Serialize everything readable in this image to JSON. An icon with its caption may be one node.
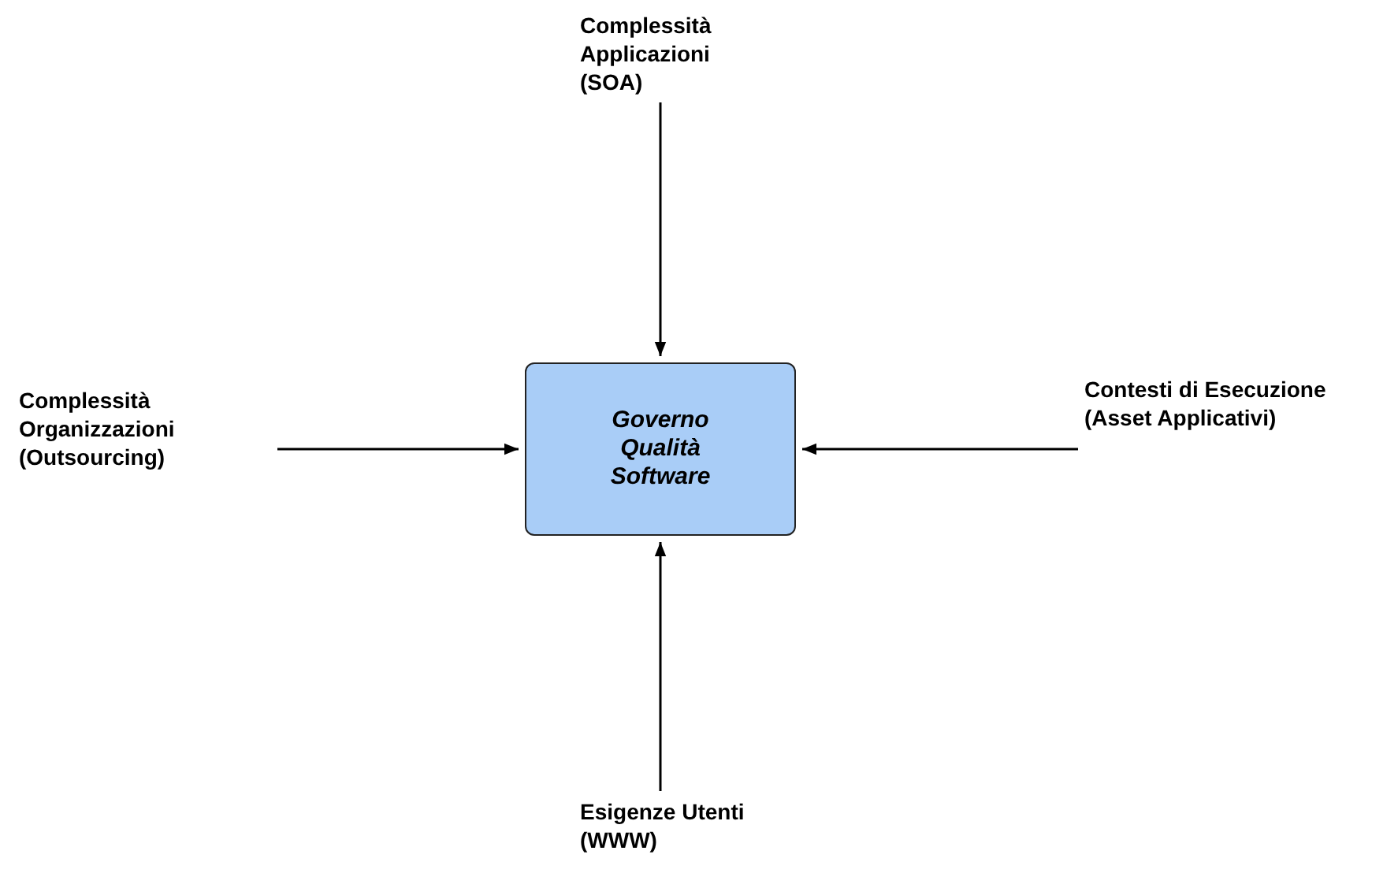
{
  "diagram": {
    "nodes": [
      {
        "text": [
          "Governo Qualità Software"
        ]
      },
      {
        "text": [
          "Complessità Applicazioni (SOA)"
        ]
      },
      {
        "text": [
          "Complessità Organizzazioni (Outsourcing)"
        ]
      },
      {
        "text": [
          "Contesti di Esecuzione (Asset Applicativi)"
        ]
      },
      {
        "text": [
          "Esigenze Utenti (WWW)"
        ]
      }
    ],
    "edges": [
      {
        "from": 1,
        "to": 0,
        "arrow": "to"
      },
      {
        "from": 2,
        "to": 0,
        "arrow": "to"
      },
      {
        "from": 3,
        "to": 0,
        "arrow": "to"
      },
      {
        "from": 4,
        "to": 0,
        "arrow": "to"
      }
    ]
  }
}
